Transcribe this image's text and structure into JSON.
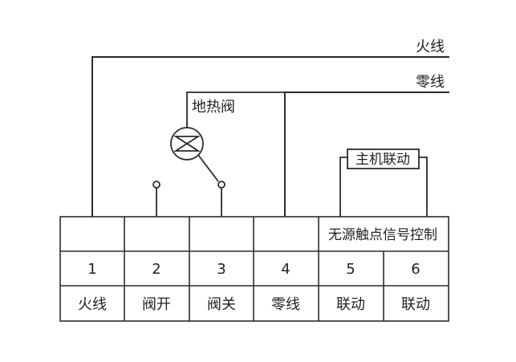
{
  "wires": {
    "live_label": "火线",
    "neutral_label": "零线"
  },
  "valve": {
    "label": "地热阀"
  },
  "linkage_box": {
    "label": "主机联动"
  },
  "terminal_block": {
    "header_note": "无源触点信号控制",
    "numbers": [
      "1",
      "2",
      "3",
      "4",
      "5",
      "6"
    ],
    "names": [
      "火线",
      "阀开",
      "阀关",
      "零线",
      "联动",
      "联动"
    ]
  }
}
